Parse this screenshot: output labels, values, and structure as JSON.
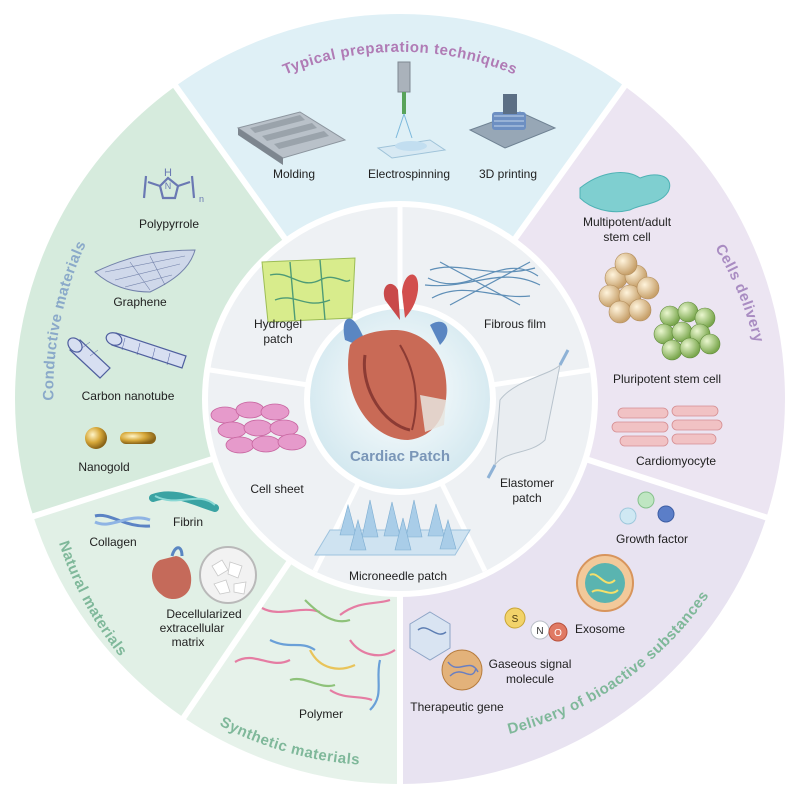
{
  "center": {
    "title": "Cardiac Patch"
  },
  "inner_ring": {
    "hydrogel": [
      "Hydrogel",
      "patch"
    ],
    "fibrous": "Fibrous film",
    "elastomer": [
      "Elastomer",
      "patch"
    ],
    "microneedle": "Microneedle patch",
    "cell_sheet": "Cell sheet"
  },
  "sectors": {
    "preparation": {
      "title": "Typical preparation techniques",
      "items": {
        "molding": "Molding",
        "electrospinning": "Electrospinning",
        "printing": "3D printing"
      }
    },
    "cells": {
      "title": "Cells delivery",
      "items": {
        "msc": [
          "Multipotent/adult",
          "stem cell"
        ],
        "psc": "Pluripotent stem cell",
        "cm": "Cardiomyocyte"
      }
    },
    "bioactive": {
      "title": "Delivery of bioactive substances",
      "items": {
        "growth": "Growth factor",
        "exosome": "Exosome",
        "gas": [
          "Gaseous signal",
          "molecule"
        ],
        "gene": "Therapeutic gene",
        "gas_letters": {
          "s": "S",
          "n": "N",
          "o": "O"
        }
      }
    },
    "synthetic": {
      "title": "Synthetic materials",
      "items": {
        "polymer": "Polymer"
      }
    },
    "natural": {
      "title": "Natural materials",
      "items": {
        "fibrin": "Fibrin",
        "collagen": "Collagen",
        "decell": [
          "Decellularized",
          "extracellular",
          "matrix"
        ]
      }
    },
    "conductive": {
      "title": "Conductive materials",
      "items": {
        "ppy": "Polypyrrole",
        "graphene": "Graphene",
        "cnt": "Carbon nanotube",
        "gold": "Nanogold",
        "ppy_h": "H",
        "ppy_n": "N",
        "ppy_sub": "n"
      }
    }
  },
  "colors": {
    "prep": "#dff0f6",
    "cells": "#ece5f2",
    "bio": "#e8e3f1",
    "synthetic": "#e6f2ea",
    "natural": "#e1f0e6",
    "conductive": "#d6ebdd",
    "inner": "#eef1f4",
    "center": "#d9edf2",
    "title_prep": "#b07bb5",
    "title_cells": "#a98cc2",
    "title_bio": "#7fb89a",
    "title_natural": "#7fb89a",
    "title_conductive": "#8aa9c9",
    "title_center": "#7a96b8"
  }
}
